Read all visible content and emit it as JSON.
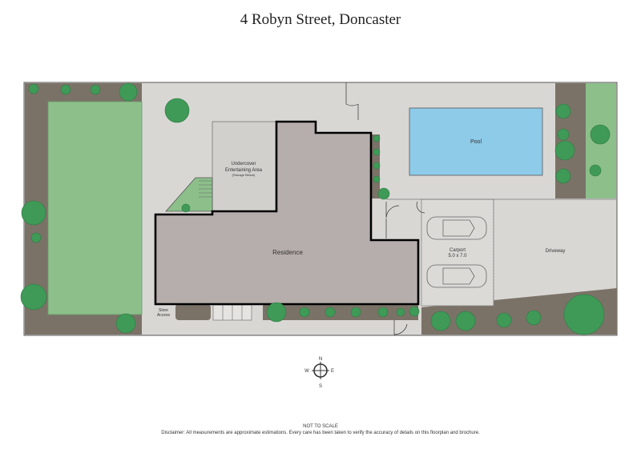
{
  "title": "4 Robyn Street, Doncaster",
  "labels": {
    "pool": "Pool",
    "undercover_line1": "Undercover",
    "undercover_line2": "Entertaining Area",
    "undercover_line3": "(Storage Below)",
    "residence": "Residence",
    "carport": "Carport",
    "carport_size": "5.0 x 7.0",
    "driveway": "Driveway",
    "store_line1": "Store",
    "store_line2": "Access"
  },
  "compass": {
    "n": "N",
    "s": "S",
    "e": "E",
    "w": "W"
  },
  "footer": {
    "scale_note": "NOT TO SCALE",
    "disclaimer": "Disclaimer: All measurements are approximate estimations. Every care has been taken to verify the accuracy of details on this floorplan and brochure."
  },
  "colors": {
    "paving": "#d9d7d4",
    "garden_bed": "#7b7267",
    "lawn": "#8cbf8a",
    "pool": "#8ecbe9",
    "residence": "#b6aeac",
    "tree": "#3f9a57",
    "outline": "#000000"
  }
}
